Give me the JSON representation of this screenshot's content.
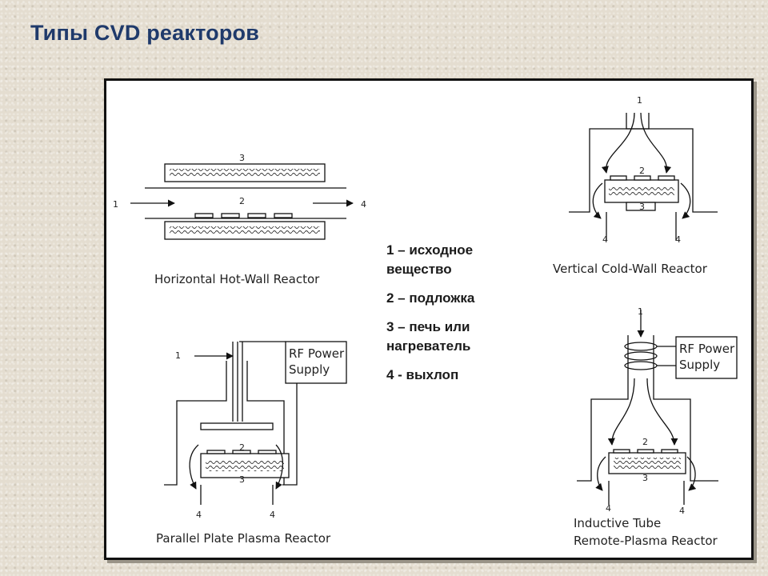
{
  "title": "Типы CVD реакторов",
  "legend": [
    "1 – исходное вещество",
    "2 – подложка",
    "3 – печь или нагреватель",
    "4 - выхлоп"
  ],
  "reactors": {
    "horizontal": "Horizontal Hot-Wall Reactor",
    "vertical": "Vertical Cold-Wall Reactor",
    "parallel": "Parallel Plate Plasma Reactor",
    "inductive_line1": "Inductive Tube",
    "inductive_line2": "Remote-Plasma Reactor"
  },
  "rf_power": [
    "RF Power",
    "Supply"
  ],
  "markers": [
    "1",
    "2",
    "3",
    "4"
  ]
}
